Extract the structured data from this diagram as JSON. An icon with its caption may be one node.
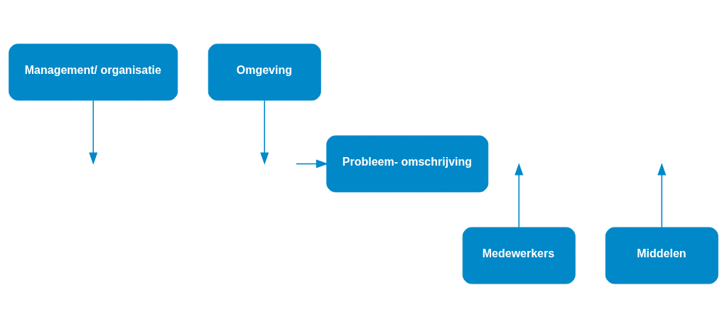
{
  "diagram": {
    "nodes": [
      {
        "text": [
          "Management/ organisatie"
        ]
      },
      {
        "text": [
          "Omgeving"
        ]
      },
      {
        "text": [
          "Probleem- omschrijving"
        ]
      },
      {
        "text": [
          "Medewerkers"
        ]
      },
      {
        "text": [
          "Middelen"
        ]
      }
    ],
    "edges": [
      {
        "from": 0,
        "to": null,
        "arrow": "to"
      },
      {
        "from": 1,
        "to": null,
        "arrow": "to"
      },
      {
        "from": null,
        "to": 2,
        "arrow": "to"
      },
      {
        "from": 3,
        "to": null,
        "arrow": "to"
      },
      {
        "from": 4,
        "to": null,
        "arrow": "to"
      }
    ]
  }
}
